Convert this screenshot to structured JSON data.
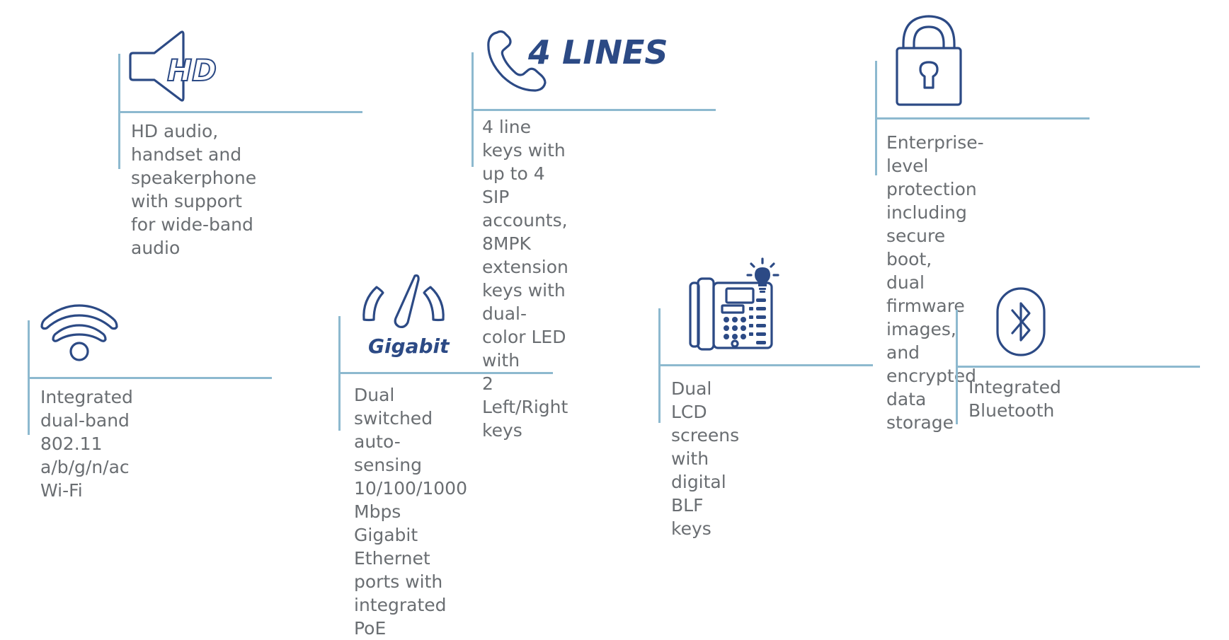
{
  "features": [
    {
      "icon": "hd-speaker-icon",
      "icon_label": "HD",
      "text": "HD audio, handset and\nspeakerphone with support\nfor wide-band audio"
    },
    {
      "icon": "phone-handset-icon",
      "icon_label": "4 LINES",
      "text": "4 line keys with up to 4 SIP\naccounts, 8MPK extension\nkeys with dual-color LED with\n2 Left/Right keys"
    },
    {
      "icon": "padlock-icon",
      "text": "Enterprise-level protection\nincluding secure boot,\ndual firmware images, and\nencrypted data storage"
    },
    {
      "icon": "wifi-icon",
      "text": "Integrated dual-band\n802.11 a/b/g/n/ac Wi-Fi"
    },
    {
      "icon": "speedometer-icon",
      "icon_label": "Gigabit",
      "text": "Dual switched auto-sensing\n10/100/1000 Mbps Gigabit\nEthernet ports with integrated\nPoE"
    },
    {
      "icon": "desk-phone-lightbulb-icon",
      "text": "Dual LCD screens with\ndigital BLF keys"
    },
    {
      "icon": "bluetooth-icon",
      "text": "Integrated Bluetooth"
    }
  ],
  "colors": {
    "icon": "#2c4a85",
    "rule": "#8db9cf",
    "text": "#6a6e72"
  }
}
